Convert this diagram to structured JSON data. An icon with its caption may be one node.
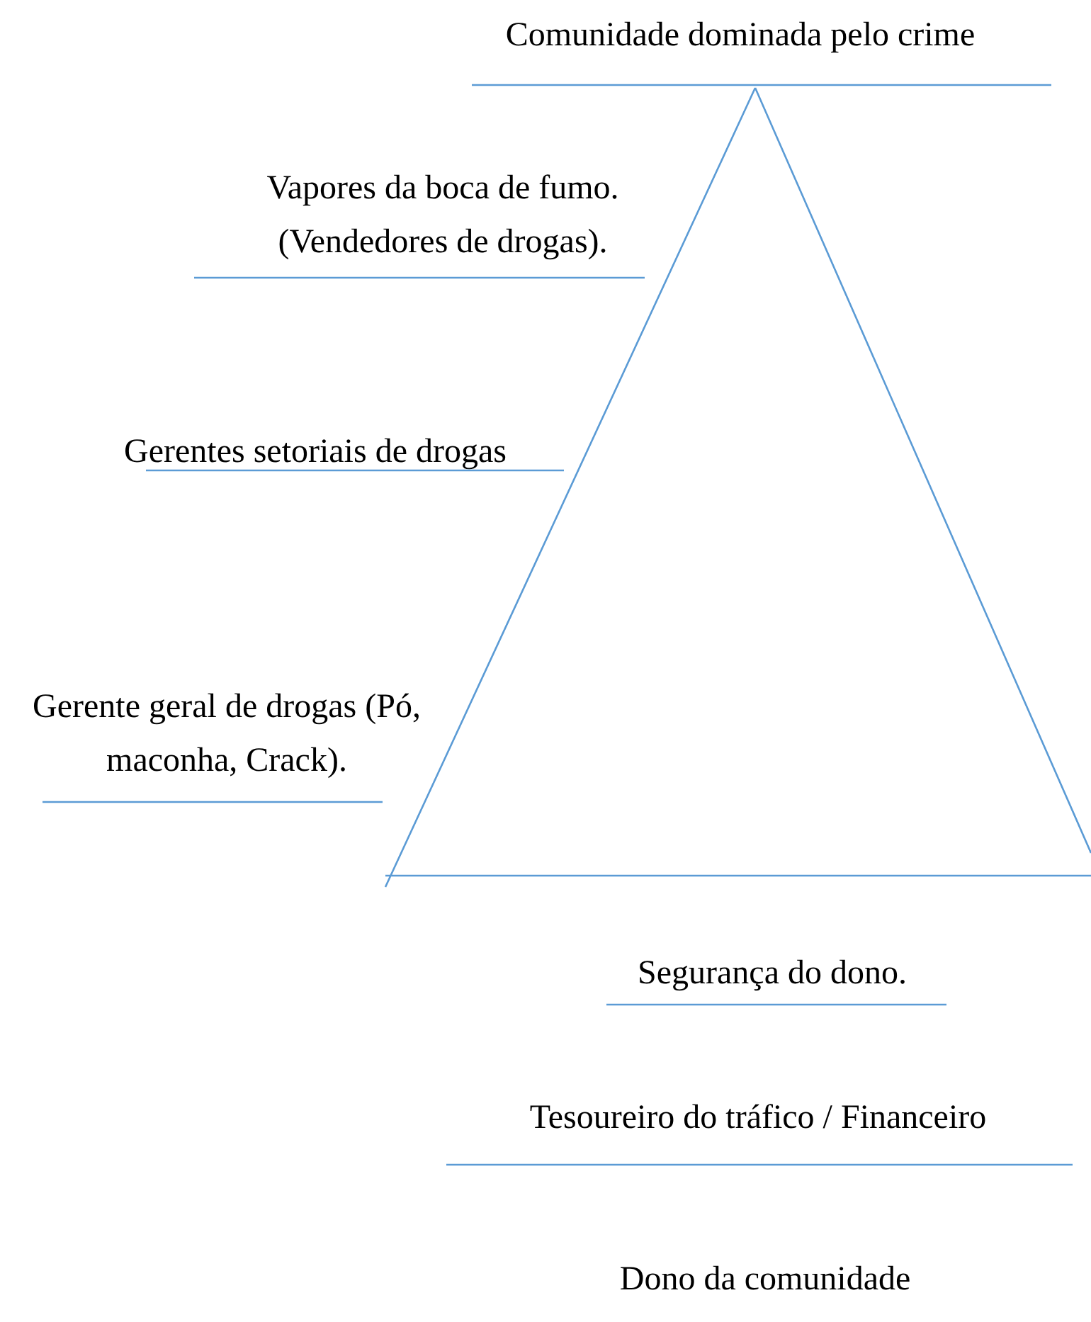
{
  "diagram": {
    "labels": [
      "Comunidade dominada pelo crime",
      "Vapores da boca de fumo. (Vendedores de drogas).",
      "Gerentes setoriais de drogas",
      "Gerente geral de drogas (Pó, maconha, Crack).",
      "Segurança do dono.",
      "Tesoureiro do tráfico / Financeiro",
      "Dono da comunidade"
    ]
  }
}
